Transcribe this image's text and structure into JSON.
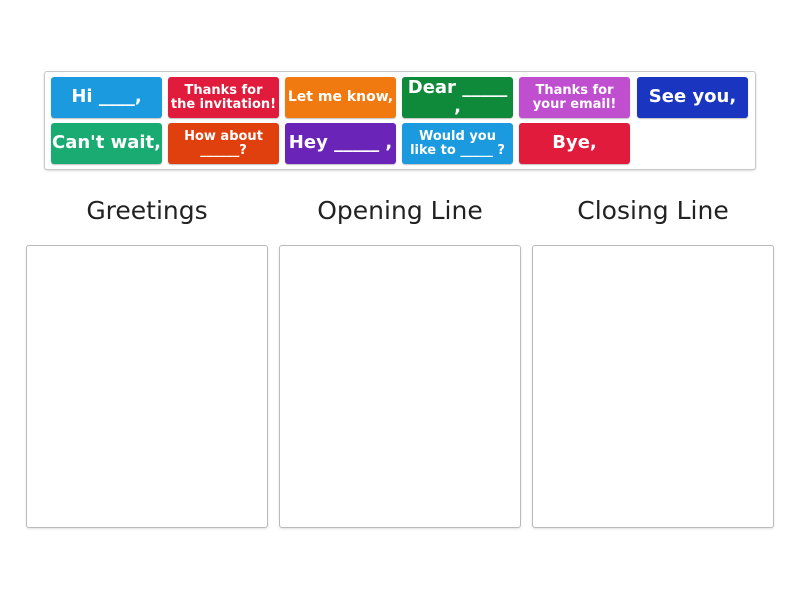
{
  "tiles": [
    {
      "label": "Hi ____,",
      "color": "#1b9ae0"
    },
    {
      "label": "Thanks for\nthe invitation!",
      "color": "#e01b3c"
    },
    {
      "label": "Let me know,",
      "color": "#f07a10"
    },
    {
      "label": "Dear _____ ,",
      "color": "#0f8a3a"
    },
    {
      "label": "Thanks for\nyour email!",
      "color": "#c04fd0"
    },
    {
      "label": "See you,",
      "color": "#1a35c0"
    },
    {
      "label": "Can't wait,",
      "color": "#1aab73"
    },
    {
      "label": "How about\n______?",
      "color": "#e0400e"
    },
    {
      "label": "Hey _____ ,",
      "color": "#6a25b8"
    },
    {
      "label": "Would you\nlike to _____ ?",
      "color": "#1b9ae0"
    },
    {
      "label": "Bye,",
      "color": "#e01b3c"
    }
  ],
  "groups": [
    {
      "title": "Greetings"
    },
    {
      "title": "Opening Line"
    },
    {
      "title": "Closing Line"
    }
  ]
}
